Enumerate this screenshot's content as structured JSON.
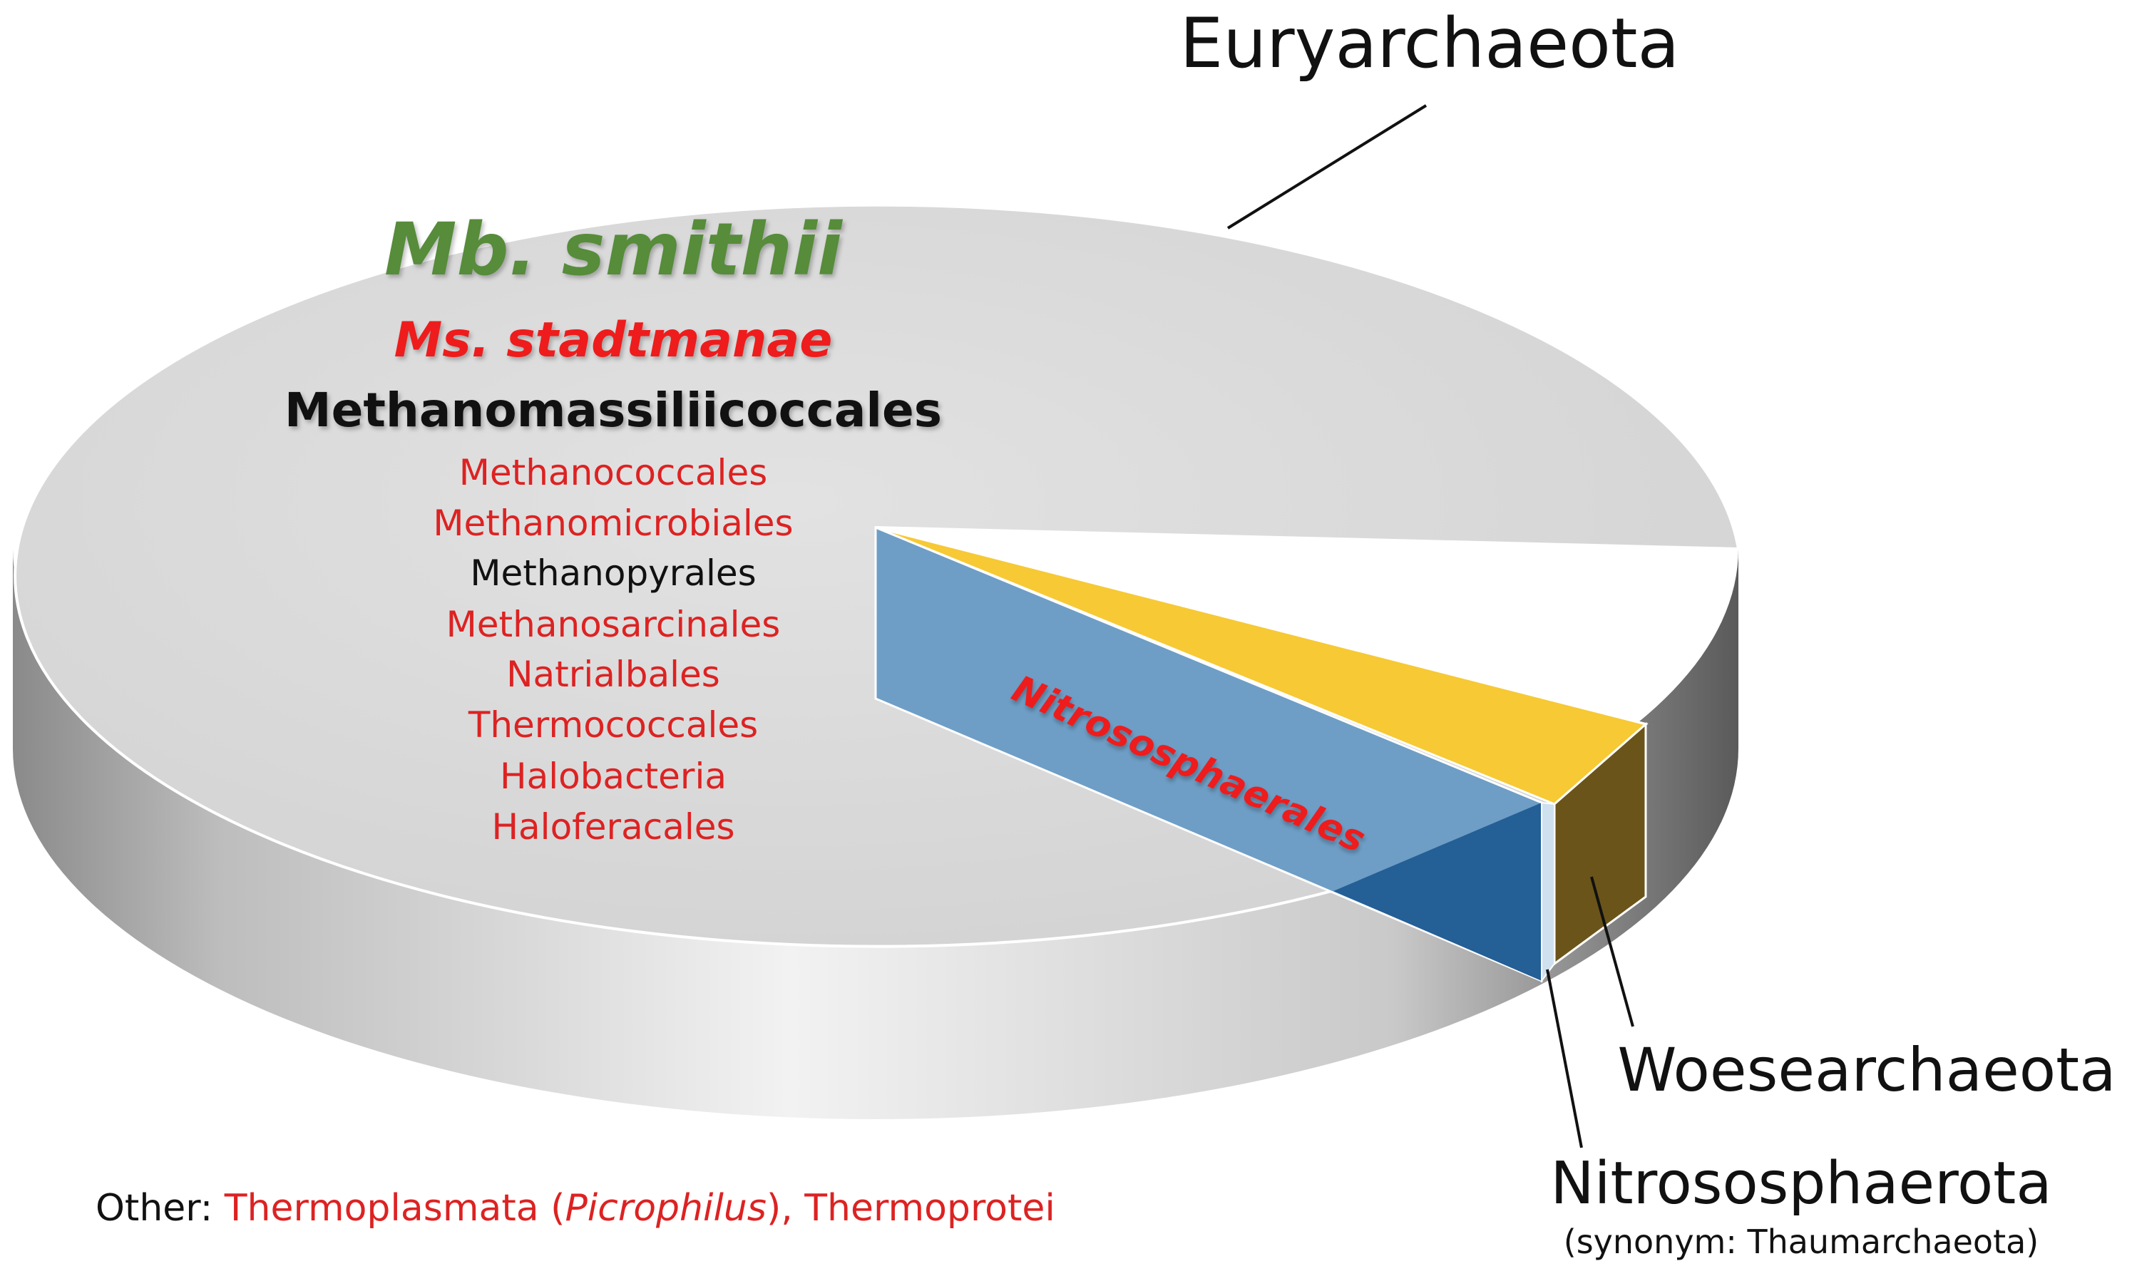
{
  "chart_data": {
    "type": "pie",
    "style": "3d-exploded-wedge",
    "slices": [
      {
        "label": "Euryarchaeota",
        "share_estimate": 0.92,
        "color": "#d9d9d9"
      },
      {
        "label": "Woesearchaeota",
        "share_estimate": 0.02,
        "color": "#f6c935"
      },
      {
        "label": "Nitrososphaerota",
        "share_estimate": 0.06,
        "color": "#6e9ec6"
      }
    ],
    "labels": {
      "euryarchaeota": "Euryarchaeota",
      "woesearchaeota": "Woesearchaeota",
      "nitrososphaerota": "Nitrososphaerota",
      "synonym": "(synonym: Thaumarchaeota)",
      "wedge_label": "Nitrososphaerales"
    },
    "euryarchaeota_members": [
      {
        "text": "Mb. smithii",
        "color": "#568c3a",
        "style": "bold-italic-large"
      },
      {
        "text": "Ms. stadtmanae",
        "color": "#ee1c1c",
        "style": "bold-italic-medium"
      },
      {
        "text": "Methanomassiliicoccales",
        "color": "#111111",
        "style": "bold-medium"
      },
      {
        "text": "Methanococcales",
        "color": "#dd2222",
        "style": "regular"
      },
      {
        "text": "Methanomicrobiales",
        "color": "#dd2222",
        "style": "regular"
      },
      {
        "text": "Methanopyrales",
        "color": "#111111",
        "style": "regular"
      },
      {
        "text": "Methanosarcinales",
        "color": "#dd2222",
        "style": "regular"
      },
      {
        "text": "Natrialbales",
        "color": "#dd2222",
        "style": "regular"
      },
      {
        "text": "Thermococcales",
        "color": "#dd2222",
        "style": "regular"
      },
      {
        "text": "Halobacteria",
        "color": "#dd2222",
        "style": "regular"
      },
      {
        "text": "Haloferacales",
        "color": "#dd2222",
        "style": "regular"
      }
    ],
    "footnote": {
      "prefix": "Other: ",
      "part1": "Thermoplasmata (",
      "italic": "Picrophilus",
      "part2": "), Thermoprotei"
    },
    "colors": {
      "top": "#d9d9d9",
      "yellow": "#f6c935",
      "yellow_side": "#6b5419",
      "blue_face": "#6e9ec6",
      "blue_side": "#245f95",
      "red": "#dd2222",
      "green": "#568c3a"
    }
  }
}
